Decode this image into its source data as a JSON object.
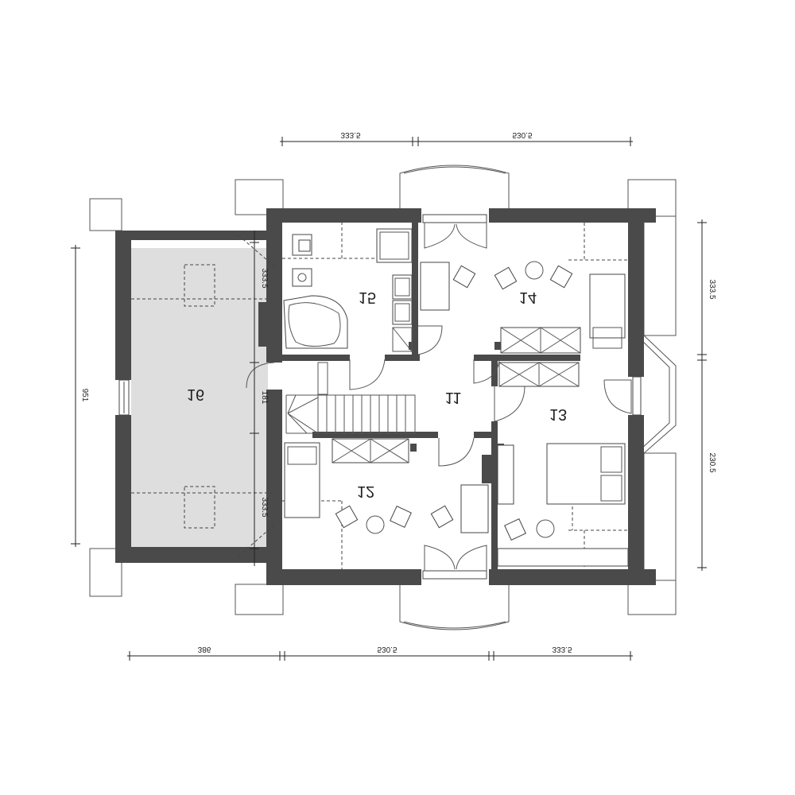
{
  "rooms": {
    "r11": "11",
    "r12": "12",
    "r13": "13",
    "r14": "14",
    "r15": "15",
    "r16": "16"
  },
  "dimensions": {
    "top_left": "333.5",
    "top_right": "530.5",
    "bottom_left": "386",
    "bottom_mid": "530.5",
    "bottom_right": "333.5",
    "right_upper": "333.5",
    "right_lower": "230.5",
    "left_total": "951",
    "inner_upper": "333.5",
    "inner_mid": "181",
    "inner_lower": "333.5"
  },
  "colors": {
    "wall": "#4a4a4a",
    "attic_fill": "#dedede"
  }
}
